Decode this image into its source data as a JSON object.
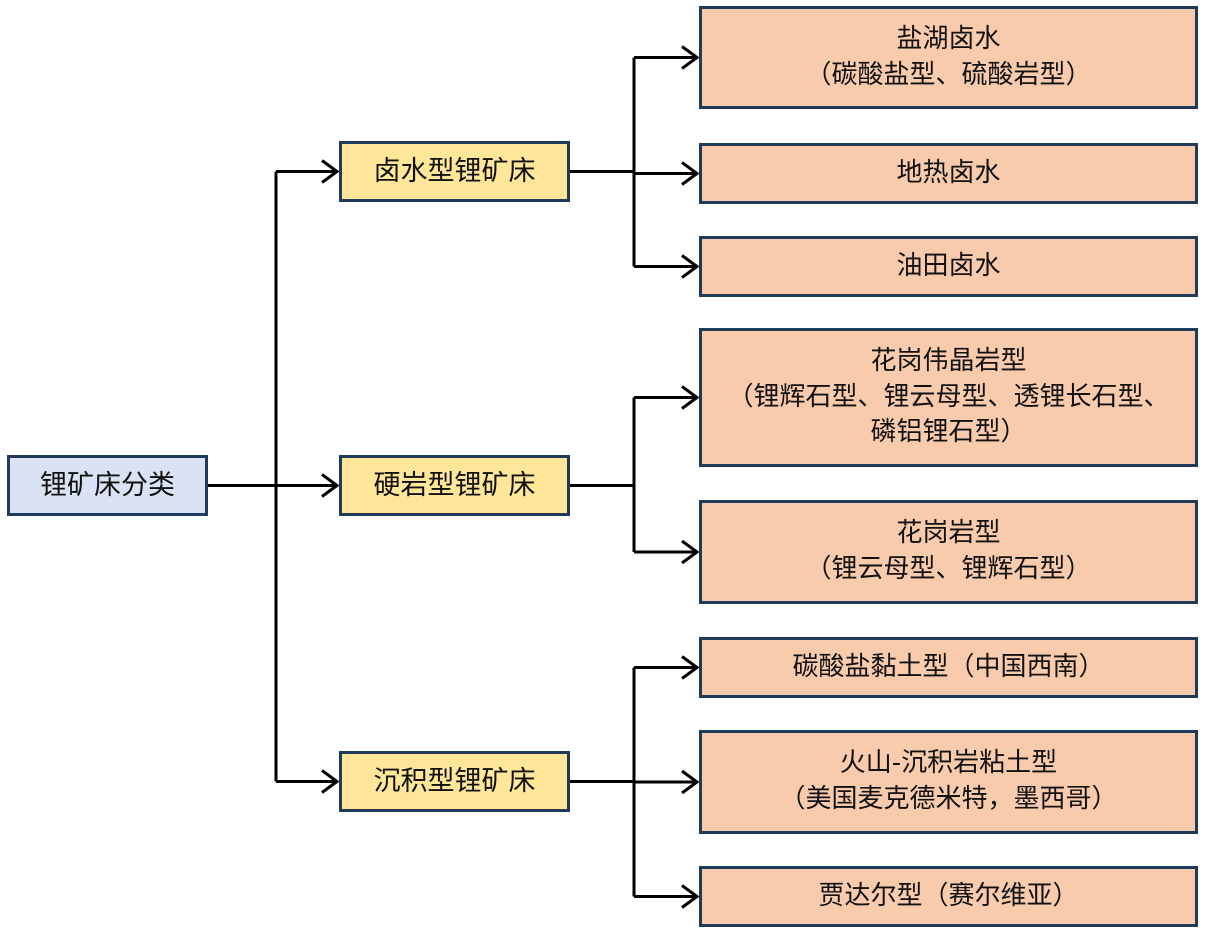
{
  "colors": {
    "root_fill": "#dae3f3",
    "mid_fill": "#ffe699",
    "leaf_fill": "#f8cbad",
    "border": "#1f3a5a",
    "connector": "#000000"
  },
  "root": {
    "label": "锂矿床分类"
  },
  "categories": [
    {
      "label": "卤水型锂矿床",
      "children": [
        {
          "lines": [
            "盐湖卤水",
            "（碳酸盐型、硫酸岩型）"
          ]
        },
        {
          "lines": [
            "地热卤水"
          ]
        },
        {
          "lines": [
            "油田卤水"
          ]
        }
      ]
    },
    {
      "label": "硬岩型锂矿床",
      "children": [
        {
          "lines": [
            "花岗伟晶岩型",
            "（锂辉石型、锂云母型、透锂长石型、",
            "磷铝锂石型）"
          ]
        },
        {
          "lines": [
            "花岗岩型",
            "（锂云母型、锂辉石型）"
          ]
        }
      ]
    },
    {
      "label": "沉积型锂矿床",
      "children": [
        {
          "lines": [
            "碳酸盐黏土型（中国西南）"
          ]
        },
        {
          "lines": [
            "火山-沉积岩粘土型",
            "（美国麦克德米特，墨西哥）"
          ]
        },
        {
          "lines": [
            "贾达尔型（赛尔维亚）"
          ]
        }
      ]
    }
  ]
}
